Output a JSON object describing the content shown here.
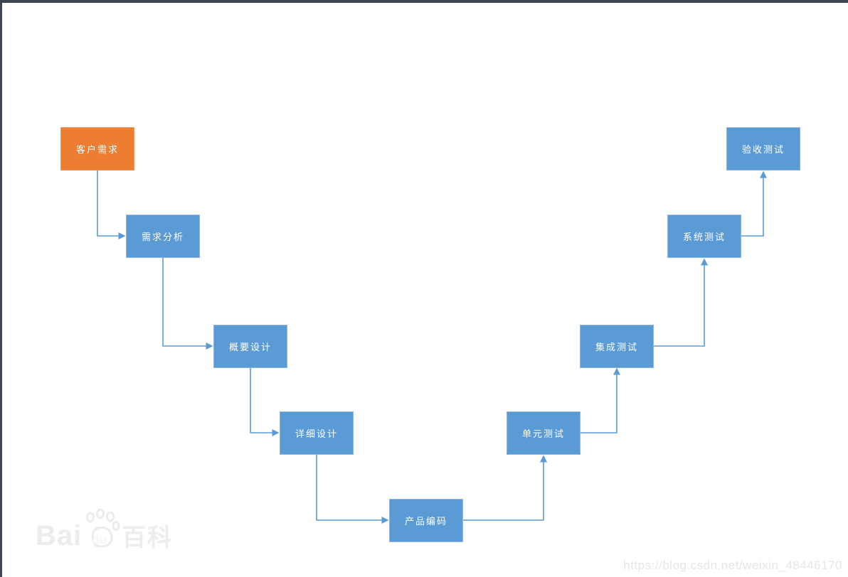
{
  "diagram": {
    "type": "flowchart",
    "description": "V-model software development process",
    "nodes": [
      {
        "id": "customer-requirements",
        "label": "客户需求",
        "kind": "start"
      },
      {
        "id": "requirements-analysis",
        "label": "需求分析",
        "kind": "process"
      },
      {
        "id": "outline-design",
        "label": "概要设计",
        "kind": "process"
      },
      {
        "id": "detailed-design",
        "label": "详细设计",
        "kind": "process"
      },
      {
        "id": "product-coding",
        "label": "产品编码",
        "kind": "process"
      },
      {
        "id": "unit-testing",
        "label": "单元测试",
        "kind": "process"
      },
      {
        "id": "integration-testing",
        "label": "集成测试",
        "kind": "process"
      },
      {
        "id": "system-testing",
        "label": "系统测试",
        "kind": "process"
      },
      {
        "id": "acceptance-testing",
        "label": "验收测试",
        "kind": "process"
      }
    ],
    "edges": [
      {
        "from": "customer-requirements",
        "to": "requirements-analysis"
      },
      {
        "from": "requirements-analysis",
        "to": "outline-design"
      },
      {
        "from": "outline-design",
        "to": "detailed-design"
      },
      {
        "from": "detailed-design",
        "to": "product-coding"
      },
      {
        "from": "product-coding",
        "to": "unit-testing"
      },
      {
        "from": "unit-testing",
        "to": "integration-testing"
      },
      {
        "from": "integration-testing",
        "to": "system-testing"
      },
      {
        "from": "system-testing",
        "to": "acceptance-testing"
      }
    ],
    "colors": {
      "start_fill": "#ED7D31",
      "process_fill": "#5B9BD5",
      "connector": "#5B9BD5",
      "frame": "#3F4550",
      "node_text": "#FFFFFF"
    }
  },
  "watermarks": {
    "baidu_bai": "Bai",
    "baidu_du": "du",
    "baidu_baike": "百科",
    "csdn_url": "https://blog.csdn.net/weixin_48446170"
  }
}
